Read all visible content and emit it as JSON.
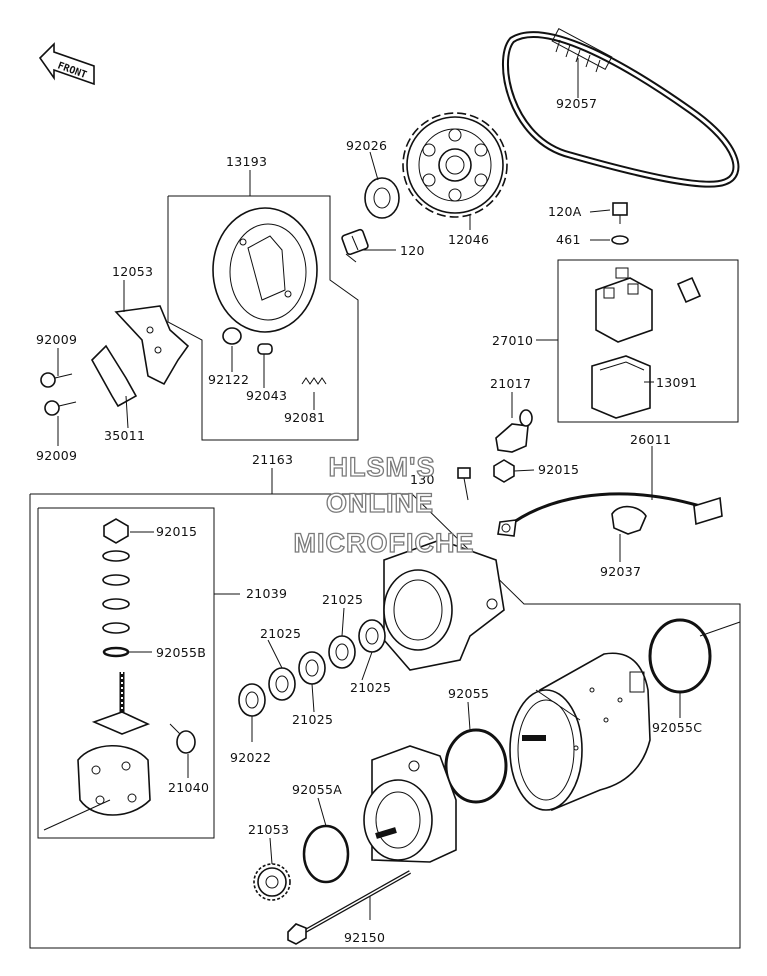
{
  "watermark": {
    "line1": "HLSM'S",
    "line2": "ONLINE",
    "line3": "MICROFICHE"
  },
  "front_arrow_label": "FRONT",
  "callouts": {
    "p92057": "92057",
    "p92026": "92026",
    "p13193": "13193",
    "p120": "120",
    "p12046": "12046",
    "p120A": "120A",
    "p461": "461",
    "p12053": "12053",
    "p27010": "27010",
    "p92009a": "92009",
    "p92122": "92122",
    "p92043": "92043",
    "p92081": "92081",
    "p13091": "13091",
    "p35011": "35011",
    "p92009b": "92009",
    "p21017": "21017",
    "p21163": "21163",
    "p130": "130",
    "p92015a": "92015",
    "p26011": "26011",
    "p92015b": "92015",
    "p92037": "92037",
    "p21039": "21039",
    "p21025a": "21025",
    "p21025b": "21025",
    "p21025c": "21025",
    "p21025d": "21025",
    "p92055B": "92055B",
    "p92055": "92055",
    "p92055C": "92055C",
    "p92022": "92022",
    "p21040": "21040",
    "p92055A": "92055A",
    "p21053": "21053",
    "p92150": "92150"
  }
}
